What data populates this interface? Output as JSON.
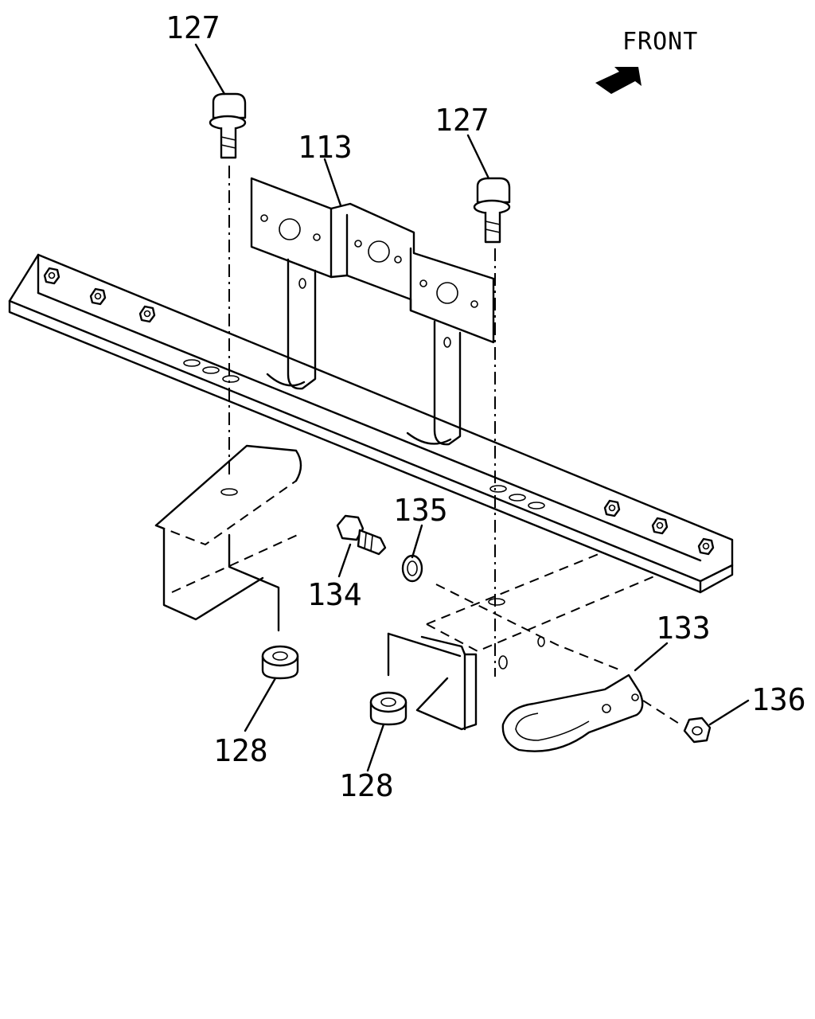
{
  "front_indicator": {
    "text": "FRONT"
  },
  "callouts": [
    {
      "id": "bolt-upper-left",
      "label": "127"
    },
    {
      "id": "bolt-upper-right",
      "label": "127"
    },
    {
      "id": "bracket",
      "label": "113"
    },
    {
      "id": "pin",
      "label": "135"
    },
    {
      "id": "bolt-side",
      "label": "134"
    },
    {
      "id": "hook",
      "label": "133"
    },
    {
      "id": "nut-right",
      "label": "136"
    },
    {
      "id": "nut-lower-left",
      "label": "128"
    },
    {
      "id": "nut-lower-center",
      "label": "128"
    }
  ]
}
